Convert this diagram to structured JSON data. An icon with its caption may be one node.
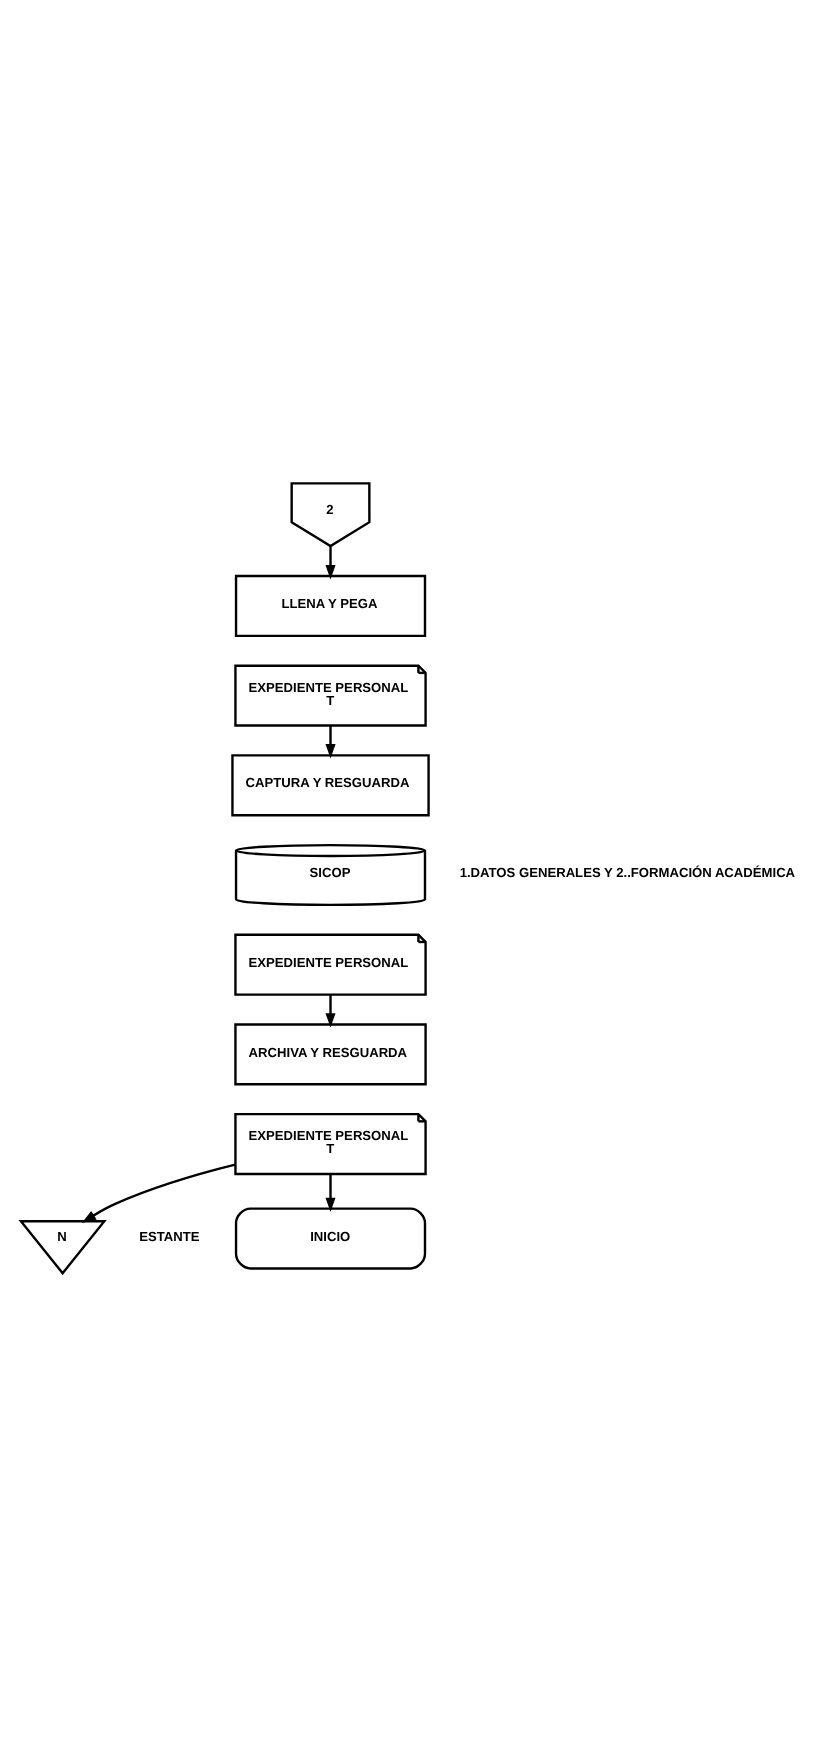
{
  "diagram": {
    "nodes": [
      {
        "text": [
          "2"
        ]
      },
      {
        "text": [
          "LLENA Y PEGA"
        ]
      },
      {
        "text": [
          "EXPEDIENTE PERSONAL",
          "T"
        ]
      },
      {
        "text": [
          "CAPTURA Y RESGUARDA"
        ]
      },
      {
        "text": [
          "SICOP"
        ],
        "beside": [
          "1.DATOS GENERALES Y 2..FORMACIÓN ACADÉMICA"
        ]
      },
      {
        "text": [
          "EXPEDIENTE PERSONAL"
        ]
      },
      {
        "text": [
          "ARCHIVA Y RESGUARDA"
        ]
      },
      {
        "text": [
          "EXPEDIENTE PERSONAL",
          "T"
        ]
      },
      {
        "text": [
          "N"
        ],
        "beside": [
          "ESTANTE"
        ]
      },
      {
        "text": [
          "INICIO"
        ]
      }
    ],
    "edges": [
      {
        "from": 0,
        "to": 1,
        "arrow": "to"
      },
      {
        "from": 2,
        "to": 3,
        "arrow": "to"
      },
      {
        "from": 5,
        "to": 6,
        "arrow": "to"
      },
      {
        "from": 7,
        "to": 8,
        "arrow": "to"
      },
      {
        "from": 7,
        "to": 9,
        "arrow": "to"
      }
    ]
  }
}
